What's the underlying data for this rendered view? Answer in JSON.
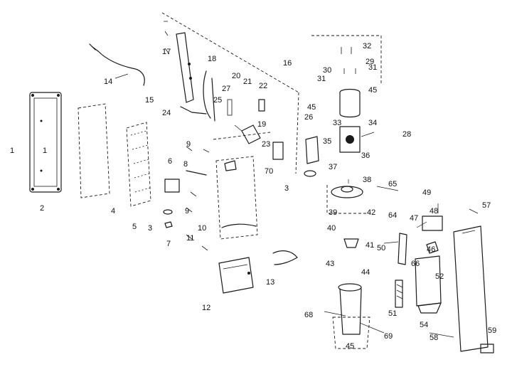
{
  "labels": [
    {
      "id": "l1a",
      "text": "1"
    },
    {
      "id": "l1b",
      "text": "1"
    },
    {
      "id": "l2",
      "text": "2"
    },
    {
      "id": "l3a",
      "text": "3"
    },
    {
      "id": "l3b",
      "text": "3"
    },
    {
      "id": "l4",
      "text": "4"
    },
    {
      "id": "l5",
      "text": "5"
    },
    {
      "id": "l6",
      "text": "6"
    },
    {
      "id": "l7",
      "text": "7"
    },
    {
      "id": "l8",
      "text": "8"
    },
    {
      "id": "l9a",
      "text": "9"
    },
    {
      "id": "l9b",
      "text": "9"
    },
    {
      "id": "l10",
      "text": "10"
    },
    {
      "id": "l11",
      "text": "11"
    },
    {
      "id": "l12",
      "text": "12"
    },
    {
      "id": "l13",
      "text": "13"
    },
    {
      "id": "l14",
      "text": "14"
    },
    {
      "id": "l15",
      "text": "15"
    },
    {
      "id": "l16",
      "text": "16"
    },
    {
      "id": "l17",
      "text": "17"
    },
    {
      "id": "l18",
      "text": "18"
    },
    {
      "id": "l19",
      "text": "19"
    },
    {
      "id": "l20",
      "text": "20"
    },
    {
      "id": "l21",
      "text": "21"
    },
    {
      "id": "l22",
      "text": "22"
    },
    {
      "id": "l23",
      "text": "23"
    },
    {
      "id": "l24",
      "text": "24"
    },
    {
      "id": "l25",
      "text": "25"
    },
    {
      "id": "l26",
      "text": "26"
    },
    {
      "id": "l27",
      "text": "27"
    },
    {
      "id": "l28",
      "text": "28"
    },
    {
      "id": "l29",
      "text": "29"
    },
    {
      "id": "l30",
      "text": "30"
    },
    {
      "id": "l31a",
      "text": "31"
    },
    {
      "id": "l31b",
      "text": "31"
    },
    {
      "id": "l32",
      "text": "32"
    },
    {
      "id": "l33",
      "text": "33"
    },
    {
      "id": "l34",
      "text": "34"
    },
    {
      "id": "l35",
      "text": "35"
    },
    {
      "id": "l36",
      "text": "36"
    },
    {
      "id": "l37",
      "text": "37"
    },
    {
      "id": "l38",
      "text": "38"
    },
    {
      "id": "l39",
      "text": "39"
    },
    {
      "id": "l40",
      "text": "40"
    },
    {
      "id": "l41",
      "text": "41"
    },
    {
      "id": "l42",
      "text": "42"
    },
    {
      "id": "l43",
      "text": "43"
    },
    {
      "id": "l44",
      "text": "44"
    },
    {
      "id": "l45a",
      "text": "45"
    },
    {
      "id": "l45b",
      "text": "45"
    },
    {
      "id": "l45c",
      "text": "45"
    },
    {
      "id": "l46",
      "text": "46"
    },
    {
      "id": "l47",
      "text": "47"
    },
    {
      "id": "l48",
      "text": "48"
    },
    {
      "id": "l49",
      "text": "49"
    },
    {
      "id": "l50",
      "text": "50"
    },
    {
      "id": "l51",
      "text": "51"
    },
    {
      "id": "l52",
      "text": "52"
    },
    {
      "id": "l54",
      "text": "54"
    },
    {
      "id": "l57",
      "text": "57"
    },
    {
      "id": "l58",
      "text": "58"
    },
    {
      "id": "l59",
      "text": "59"
    },
    {
      "id": "l64",
      "text": "64"
    },
    {
      "id": "l65",
      "text": "65"
    },
    {
      "id": "l66",
      "text": "66"
    },
    {
      "id": "l68",
      "text": "68"
    },
    {
      "id": "l69",
      "text": "69"
    },
    {
      "id": "l70",
      "text": "70"
    }
  ]
}
